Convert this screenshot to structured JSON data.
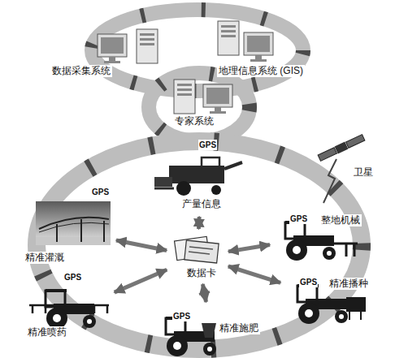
{
  "diagram": {
    "nodes": [
      {
        "text": [
          "数据采集系统"
        ]
      },
      {
        "text": [
          "地理信息系统 (GIS)"
        ]
      },
      {
        "text": [
          "专家系统"
        ]
      },
      {
        "text": [
          "产量信息"
        ]
      },
      {
        "text": [
          "整地机械"
        ]
      },
      {
        "text": [
          "精准播种"
        ]
      },
      {
        "text": [
          "精准施肥"
        ]
      },
      {
        "text": [
          "精准喷药"
        ]
      },
      {
        "text": [
          "精准灌溉"
        ]
      },
      {
        "text": [
          "数据卡"
        ]
      }
    ],
    "edges": [
      {
        "from": 9,
        "to": 3,
        "arrow": "both"
      },
      {
        "from": 9,
        "to": 4,
        "arrow": "both"
      },
      {
        "from": 9,
        "to": 5,
        "arrow": "both"
      },
      {
        "from": 9,
        "to": 6,
        "arrow": "both"
      },
      {
        "from": 9,
        "to": 7,
        "arrow": "both"
      },
      {
        "from": 9,
        "to": 8,
        "arrow": "both"
      }
    ],
    "labels": [
      "卫星",
      "GPS",
      "GPS",
      "GPS",
      "GPS",
      "GPS",
      "GPS"
    ]
  }
}
